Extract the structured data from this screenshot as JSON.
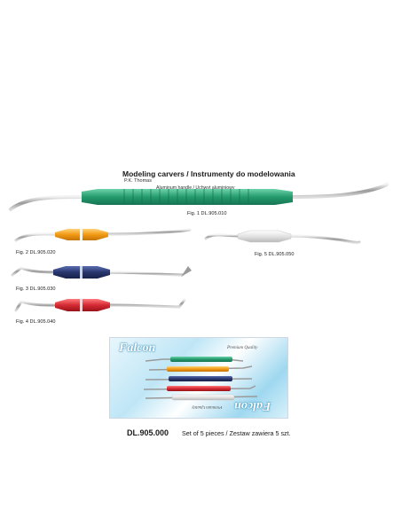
{
  "header": {
    "title": "Modeling carvers / Instrumenty do modelowania",
    "author": "P.K. Thomas",
    "handle_note": "Aluminum handle / Uchwyt aluminiowy"
  },
  "figures": [
    {
      "label": "Fig. 1  DL.905.010",
      "color": "#2aa678"
    },
    {
      "label": "Fig. 2  DL.905.020",
      "color": "#f4a41c"
    },
    {
      "label": "Fig. 3  DL.905.030",
      "color": "#2d3e78"
    },
    {
      "label": "Fig. 4  DL.905.040",
      "color": "#d8323a"
    },
    {
      "label": "Fig. 5  DL.905.050",
      "color": "#e6e6e6"
    }
  ],
  "package": {
    "brand": "Falcon",
    "tagline_top": "Premium Quality",
    "tagline_bottom": "Premium Quality"
  },
  "footer": {
    "code": "DL.905.000",
    "set_note": "Set of 5 pieces / Zestaw zawiera 5 szt."
  }
}
